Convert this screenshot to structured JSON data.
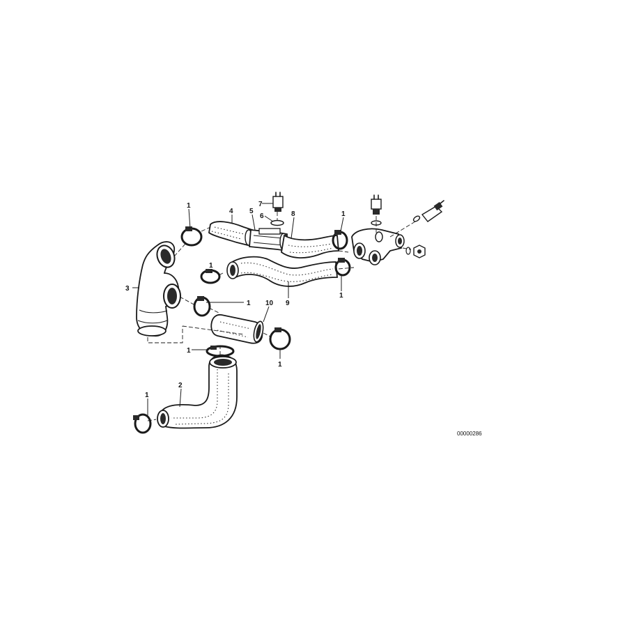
{
  "diagram": {
    "reference_number": "00000286",
    "callouts": {
      "c1_a": "1",
      "c1_b": "1",
      "c1_c": "1",
      "c1_d": "1",
      "c1_e": "1",
      "c1_f": "1",
      "c1_g": "1",
      "c1_h": "1",
      "c2": "2",
      "c3": "3",
      "c4": "4",
      "c5": "5",
      "c6": "6",
      "c7": "7",
      "c8": "8",
      "c9": "9",
      "c10": "10"
    }
  }
}
